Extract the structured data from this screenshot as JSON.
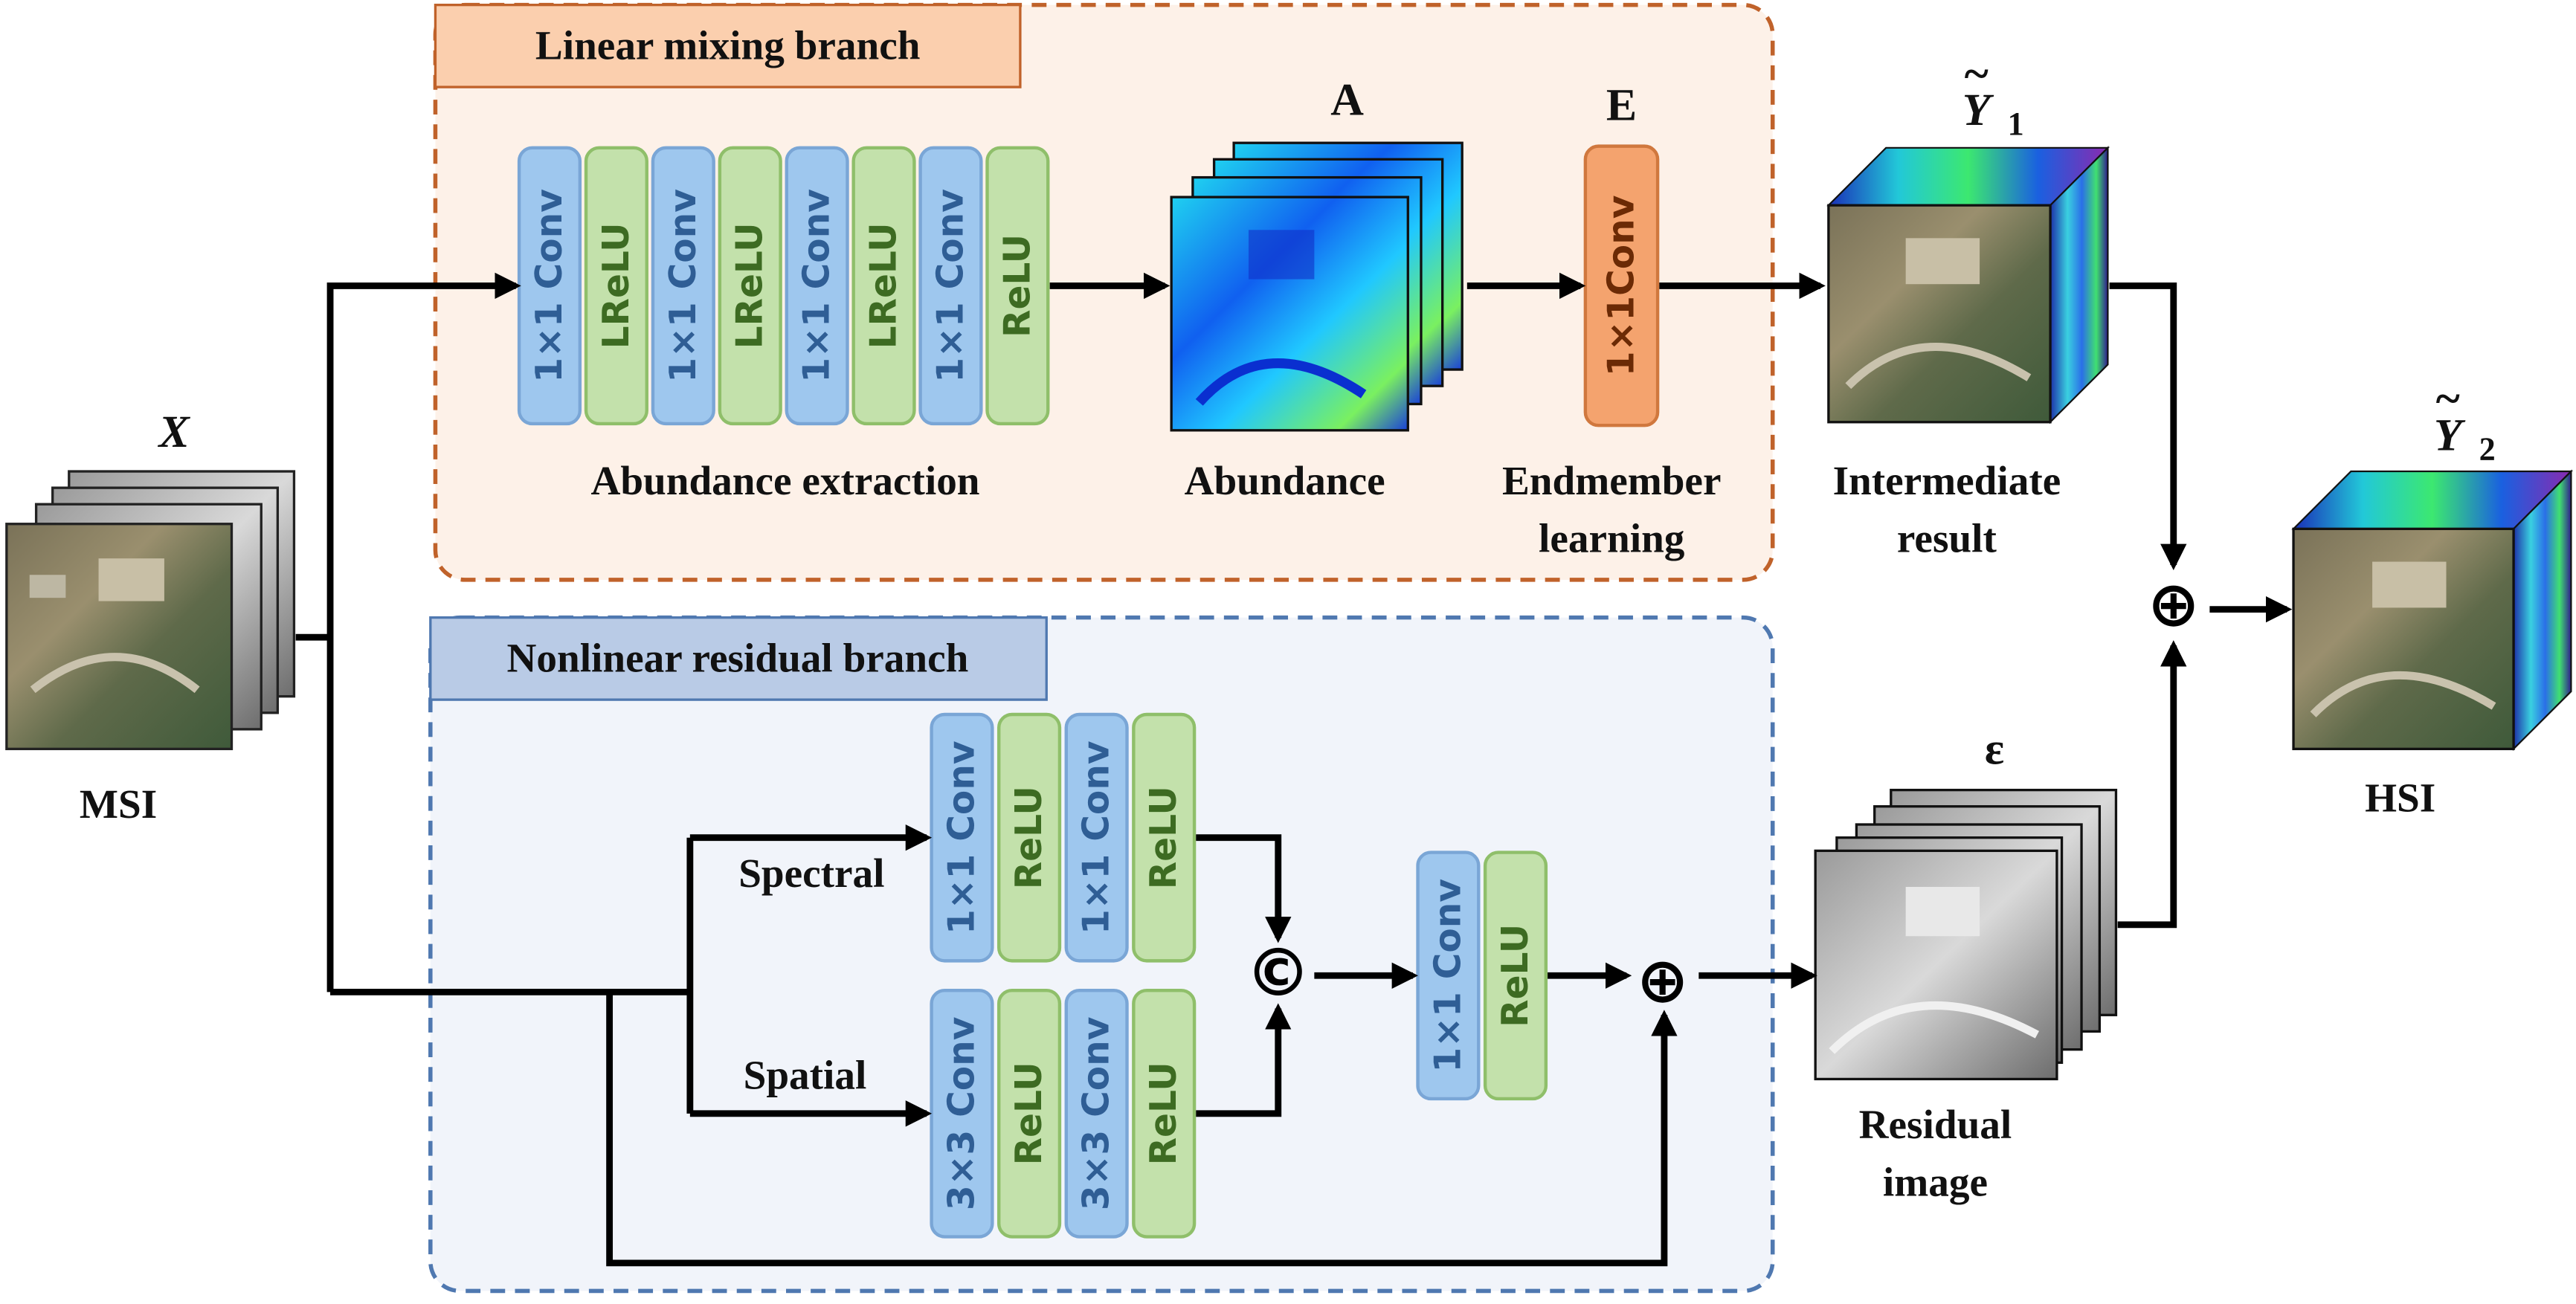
{
  "colors": {
    "linear_bg": "#fdf1e8",
    "linear_border": "#c0622a",
    "linear_title_bg": "#fbcfae",
    "nonlinear_bg": "#f1f4fa",
    "nonlinear_border": "#4f78b0",
    "nonlinear_title_bg": "#b9cbe6",
    "conv_fill": "#9ec7ee",
    "conv_stroke": "#7aa6d6",
    "conv_text": "#2f5e95",
    "relu_fill": "#c3e1ab",
    "relu_stroke": "#8fbf6a",
    "relu_text": "#3d6b22",
    "endmember_fill": "#f4a36e",
    "endmember_stroke": "#d0783e",
    "endmember_text": "#6b2a05"
  },
  "linear_branch": {
    "title": "Linear mixing branch",
    "blocks": [
      "1×1 Conv",
      "LReLU",
      "1×1 Conv",
      "LReLU",
      "1×1 Conv",
      "LReLU",
      "1×1 Conv",
      "ReLU"
    ],
    "abundance_extraction_label": "Abundance extraction",
    "abundance_symbol": "A",
    "abundance_label": "Abundance",
    "endmember_symbol": "E",
    "endmember_block": "1×1Conv",
    "endmember_label_line1": "Endmember",
    "endmember_label_line2": "learning"
  },
  "nonlinear_branch": {
    "title": "Nonlinear residual branch",
    "spectral_label": "Spectral",
    "spatial_label": "Spatial",
    "spectral_blocks": [
      "1×1 Conv",
      "ReLU",
      "1×1 Conv",
      "ReLU"
    ],
    "spatial_blocks": [
      "3×3 Conv",
      "ReLU",
      "3×3 Conv",
      "ReLU"
    ],
    "concat_symbol": "©",
    "fusion_blocks": [
      "1×1 Conv",
      "ReLU"
    ],
    "add_symbol": "⊕"
  },
  "input": {
    "symbol": "X",
    "label": "MSI"
  },
  "intermediate": {
    "symbol": "Y",
    "subscript": "1",
    "tilde": "~",
    "label_line1": "Intermediate",
    "label_line2": "result"
  },
  "residual": {
    "symbol": "ε",
    "label_line1": "Residual",
    "label_line2": "image"
  },
  "output": {
    "symbol": "Y",
    "subscript": "2",
    "tilde": "~",
    "add_symbol": "⊕",
    "label": "HSI"
  }
}
